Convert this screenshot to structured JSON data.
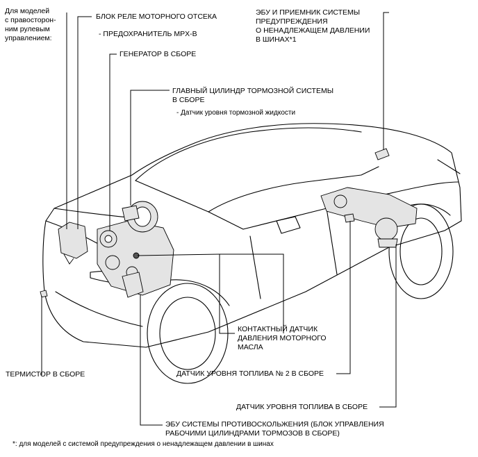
{
  "labels": {
    "rhd_note": [
      "Для моделей",
      "с правосторон-",
      "ним рулевым",
      "управлением:"
    ],
    "engine_relay_block": "БЛОК РЕЛЕ МОТОРНОГО ОТСЕКА",
    "mpx_fuse": "- ПРЕДОХРАНИТЕЛЬ MPX-B",
    "tpms_ecu": [
      "ЭБУ И ПРИЕМНИК СИСТЕМЫ",
      "ПРЕДУПРЕЖДЕНИЯ",
      "О НЕНАДЛЕЖАЩЕМ ДАВЛЕНИИ",
      "В ШИНАХ*1"
    ],
    "generator": "ГЕНЕРАТОР В СБОРЕ",
    "master_cylinder": [
      "ГЛАВНЫЙ ЦИЛИНДР ТОРМОЗНОЙ СИСТЕМЫ",
      "В СБОРЕ"
    ],
    "brake_fluid_sensor": "- Датчик уровня тормозной жидкости",
    "oil_pressure_switch": [
      "КОНТАКТНЫЙ ДАТЧИК",
      "ДАВЛЕНИЯ МОТОРНОГО",
      "МАСЛА"
    ],
    "thermistor": "ТЕРМИСТОР В СБОРЕ",
    "fuel_sensor_2": "ДАТЧИК УРОВНЯ ТОПЛИВА № 2 В СБОРЕ",
    "fuel_sensor": "ДАТЧИК УРОВНЯ ТОПЛИВА В СБОРЕ",
    "vsc_ecu": [
      "ЭБУ СИСТЕМЫ ПРОТИВОСКОЛЬЖЕНИЯ (БЛОК УПРАВЛЕНИЯ",
      "РАБОЧИМИ ЦИЛИНДРАМИ ТОРМОЗОВ В СБОРЕ)"
    ],
    "footnote": "*: для моделей с системой предупреждения о ненадлежащем давлении в шинах"
  }
}
